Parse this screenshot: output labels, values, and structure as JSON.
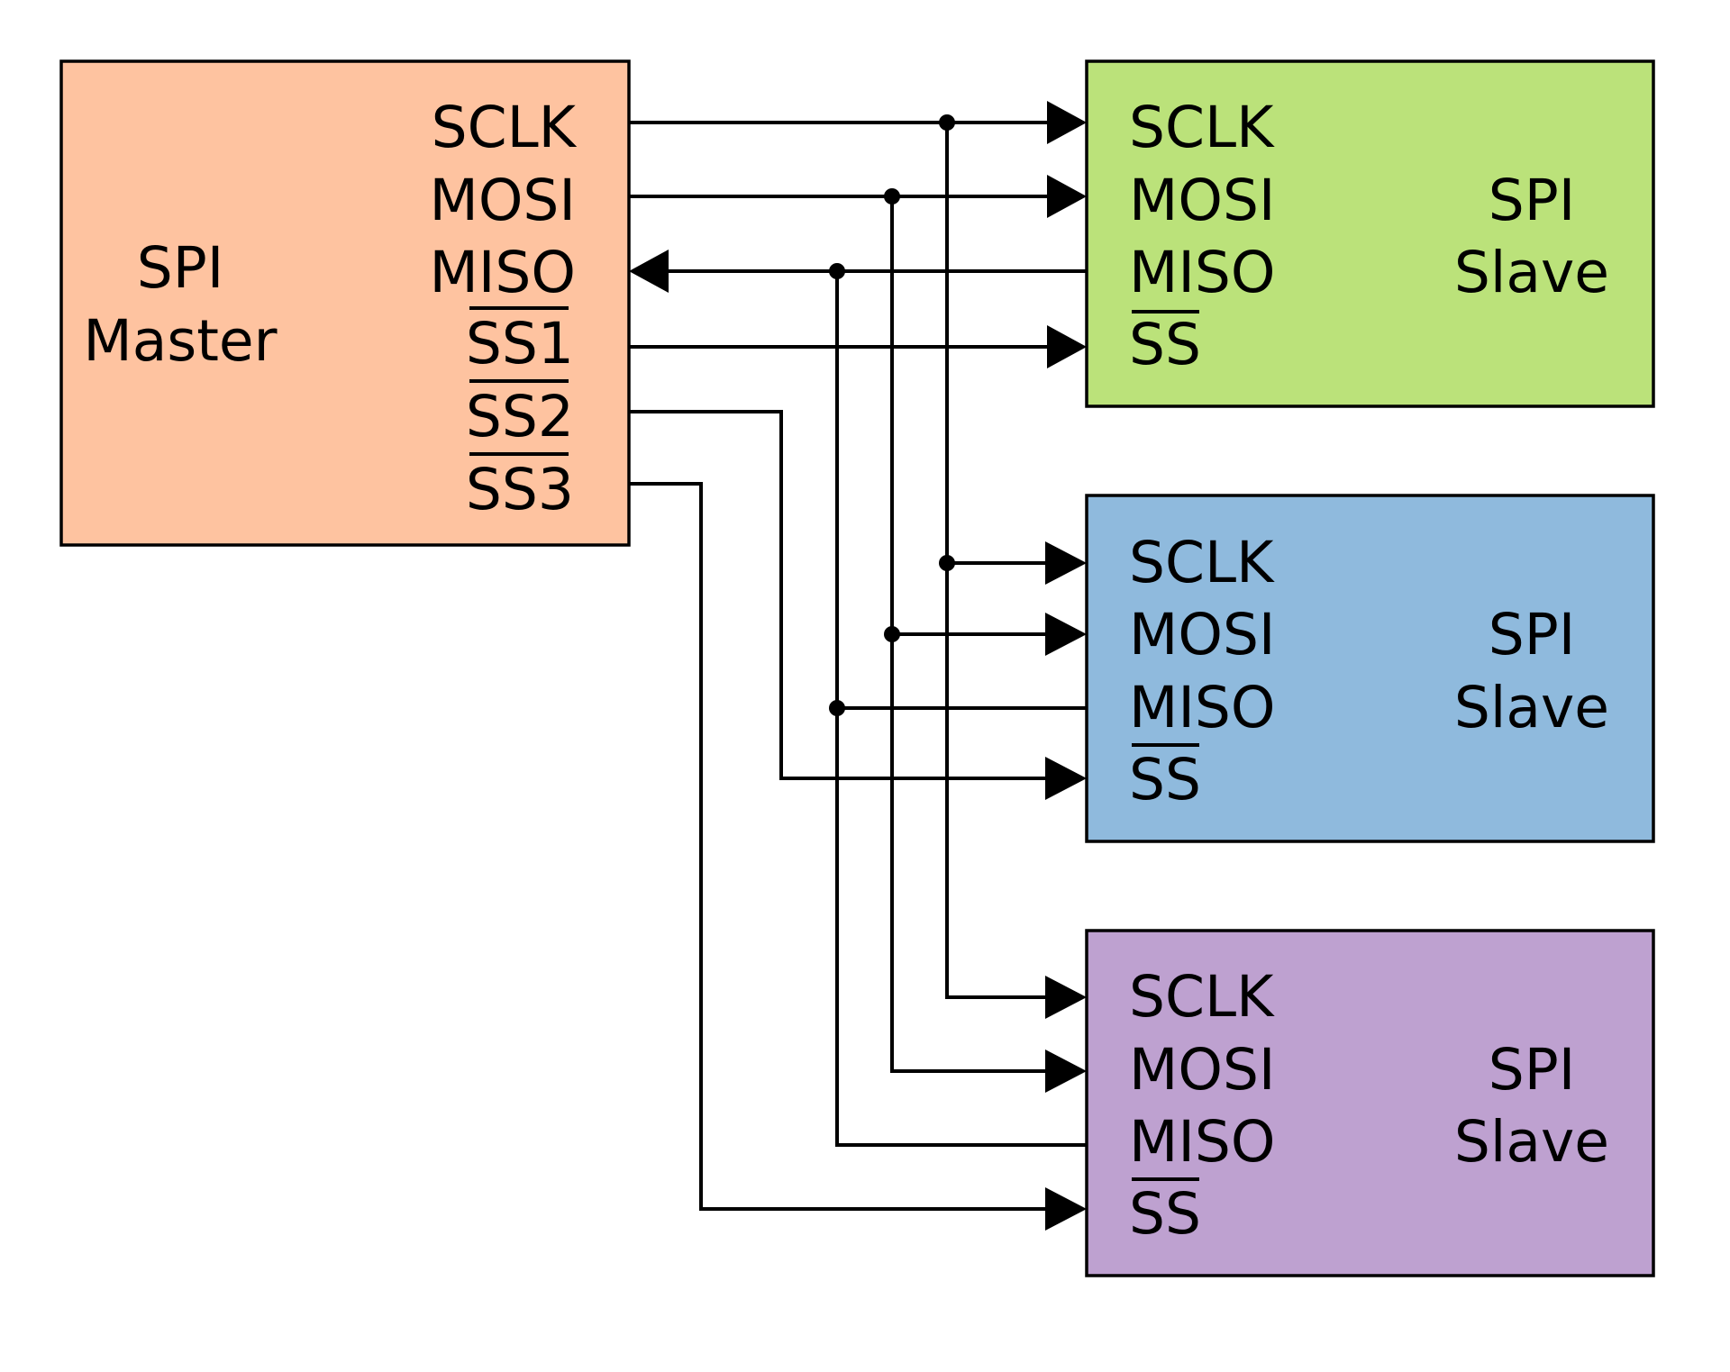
{
  "master": {
    "title_line1": "SPI",
    "title_line2": "Master",
    "pins": {
      "sclk": "SCLK",
      "mosi": "MOSI",
      "miso": "MISO",
      "ss1": "SS1",
      "ss2": "SS2",
      "ss3": "SS3"
    },
    "color": "#fec3a0"
  },
  "slaves": [
    {
      "title_line1": "SPI",
      "title_line2": "Slave",
      "pins": {
        "sclk": "SCLK",
        "mosi": "MOSI",
        "miso": "MISO",
        "ss": "SS"
      },
      "color": "#bbe27a"
    },
    {
      "title_line1": "SPI",
      "title_line2": "Slave",
      "pins": {
        "sclk": "SCLK",
        "mosi": "MOSI",
        "miso": "MISO",
        "ss": "SS"
      },
      "color": "#8fbadd"
    },
    {
      "title_line1": "SPI",
      "title_line2": "Slave",
      "pins": {
        "sclk": "SCLK",
        "mosi": "MOSI",
        "miso": "MISO",
        "ss": "SS"
      },
      "color": "#bea1d0"
    }
  ]
}
